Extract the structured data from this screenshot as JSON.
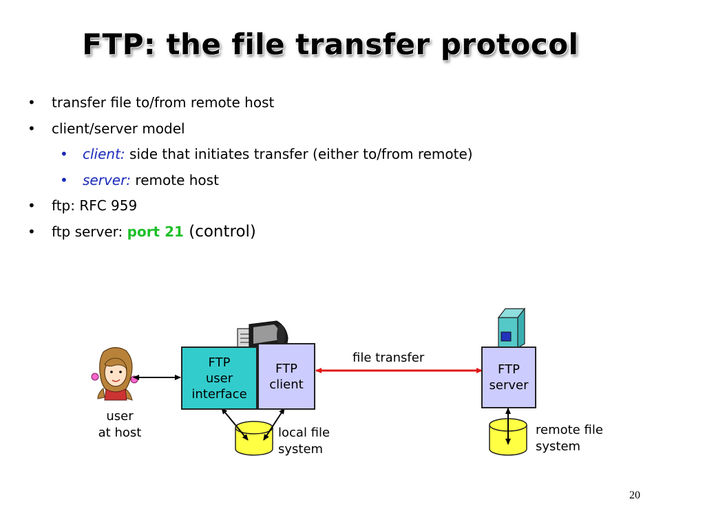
{
  "slide": {
    "title": "FTP: the file transfer protocol",
    "page_number": "20"
  },
  "bullets": [
    {
      "text": "transfer file to/from remote host"
    },
    {
      "text": "client/server model"
    },
    {
      "prefix": "client:",
      "text": " side that initiates transfer (either to/from remote)"
    },
    {
      "prefix": "server:",
      "text": " remote host"
    },
    {
      "text": "ftp: RFC 959"
    },
    {
      "text": "ftp server: ",
      "highlight": "port 21",
      "suffix": " (control)"
    }
  ],
  "diagram": {
    "user_interface_box": {
      "line1": "FTP",
      "line2": "user",
      "line3": "interface"
    },
    "client_box": {
      "line1": "FTP",
      "line2": "client"
    },
    "server_box": {
      "line1": "FTP",
      "line2": "server"
    },
    "user_label": {
      "line1": "user",
      "line2": "at host"
    },
    "file_transfer_label": "file transfer",
    "local_fs_label": {
      "line1": "local file",
      "line2": "system"
    },
    "remote_fs_label": {
      "line1": "remote file",
      "line2": "system"
    }
  },
  "colors": {
    "ui_box": "#33cccc",
    "client_box": "#ccccff",
    "server_box": "#ccccff",
    "disk": "#ffff44",
    "transfer_arrow": "#e01818",
    "accent_blue": "#1a2ab8",
    "accent_green": "#1fbf2a"
  }
}
